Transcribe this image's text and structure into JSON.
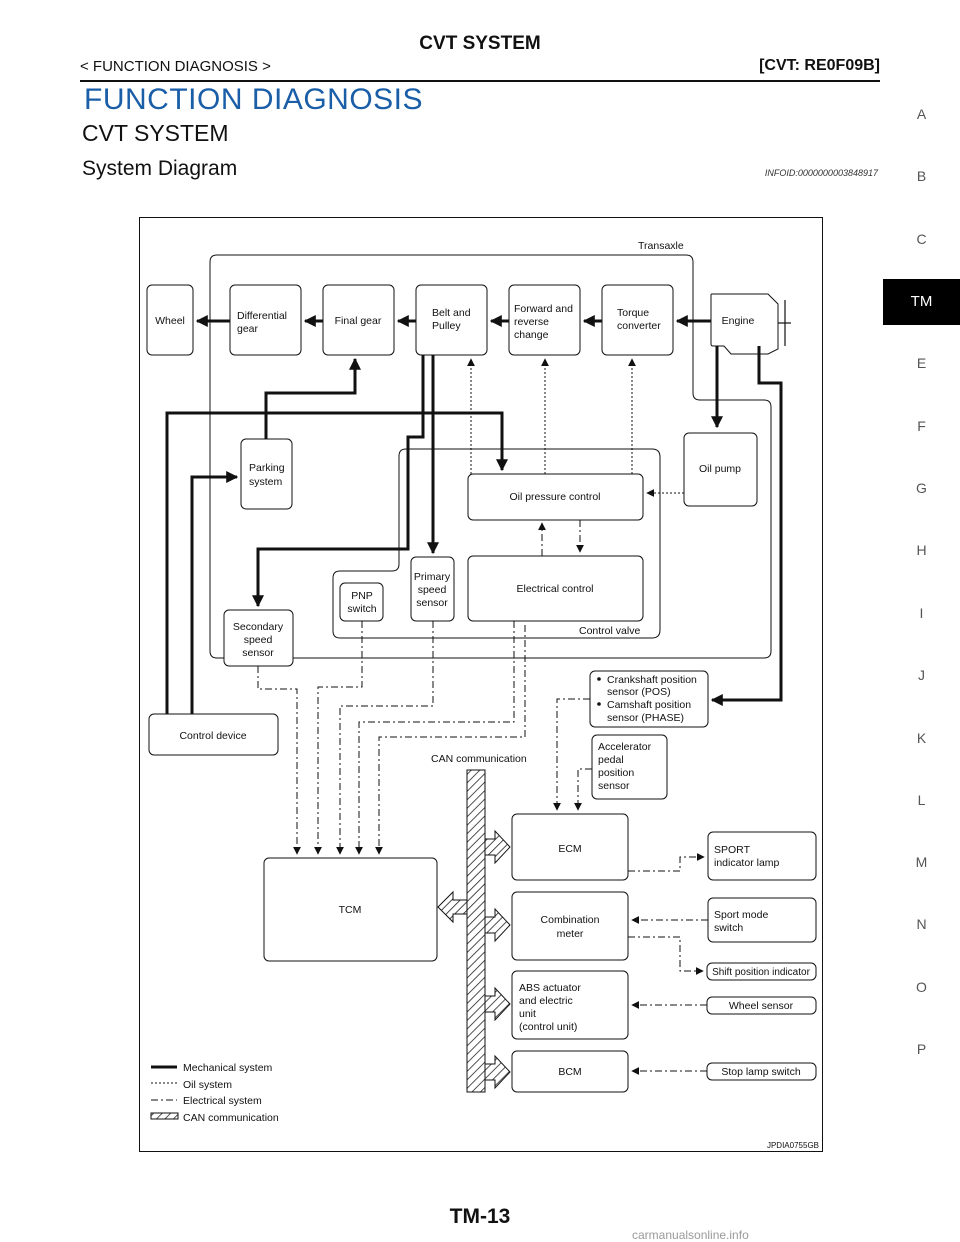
{
  "header": {
    "title": "CVT SYSTEM",
    "breadcrumb": "< FUNCTION DIAGNOSIS >",
    "model": "[CVT: RE0F09B]"
  },
  "headings": {
    "h1": "FUNCTION DIAGNOSIS",
    "h2": "CVT SYSTEM",
    "h3": "System Diagram",
    "infoid": "INFOID:0000000003848917"
  },
  "side_tabs": [
    "A",
    "B",
    "C",
    "TM",
    "E",
    "F",
    "G",
    "H",
    "I",
    "J",
    "K",
    "L",
    "M",
    "N",
    "O",
    "P"
  ],
  "active_tab": "TM",
  "diagram": {
    "transaxle": "Transaxle",
    "wheel": "Wheel",
    "diff_1": "Differential",
    "diff_2": "gear",
    "final_gear": "Final gear",
    "belt_1": "Belt and",
    "belt_2": "Pulley",
    "fwd_1": "Forward and",
    "fwd_2": "reverse",
    "fwd_3": "change",
    "torque_1": "Torque",
    "torque_2": "converter",
    "engine": "Engine",
    "parking_1": "Parking",
    "parking_2": "system",
    "oil_pump": "Oil pump",
    "oil_pressure_control": "Oil pressure control",
    "pnp_1": "PNP",
    "pnp_2": "switch",
    "primary_1": "Primary",
    "primary_2": "speed",
    "primary_3": "sensor",
    "electrical_control": "Electrical control",
    "control_valve": "Control valve",
    "secondary_1": "Secondary",
    "secondary_2": "speed",
    "secondary_3": "sensor",
    "crank_1": "Crankshaft position",
    "crank_2": "sensor (POS)",
    "cam_1": "Camshaft position",
    "cam_2": "sensor (PHASE)",
    "control_device": "Control device",
    "can_communication": "CAN communication",
    "accel_1": "Accelerator",
    "accel_2": "pedal",
    "accel_3": "position",
    "accel_4": "sensor",
    "ecm": "ECM",
    "sport_lamp_1": "SPORT",
    "sport_lamp_2": "indicator lamp",
    "tcm": "TCM",
    "combo_1": "Combination",
    "combo_2": "meter",
    "sport_switch_1": "Sport mode",
    "sport_switch_2": "switch",
    "shift_indicator": "Shift position indicator",
    "abs_1": "ABS actuator",
    "abs_2": "and electric",
    "abs_3": "unit",
    "abs_4": "(control unit)",
    "wheel_sensor": "Wheel sensor",
    "bcm": "BCM",
    "stop_lamp": "Stop lamp switch",
    "legend_mech": "Mechanical system",
    "legend_oil": "Oil system",
    "legend_elec": "Electrical system",
    "legend_can": "CAN communication",
    "figure_id": "JPDIA0755GB"
  },
  "footer": {
    "page": "TM-13",
    "watermark": "carmanualsonline.info"
  }
}
